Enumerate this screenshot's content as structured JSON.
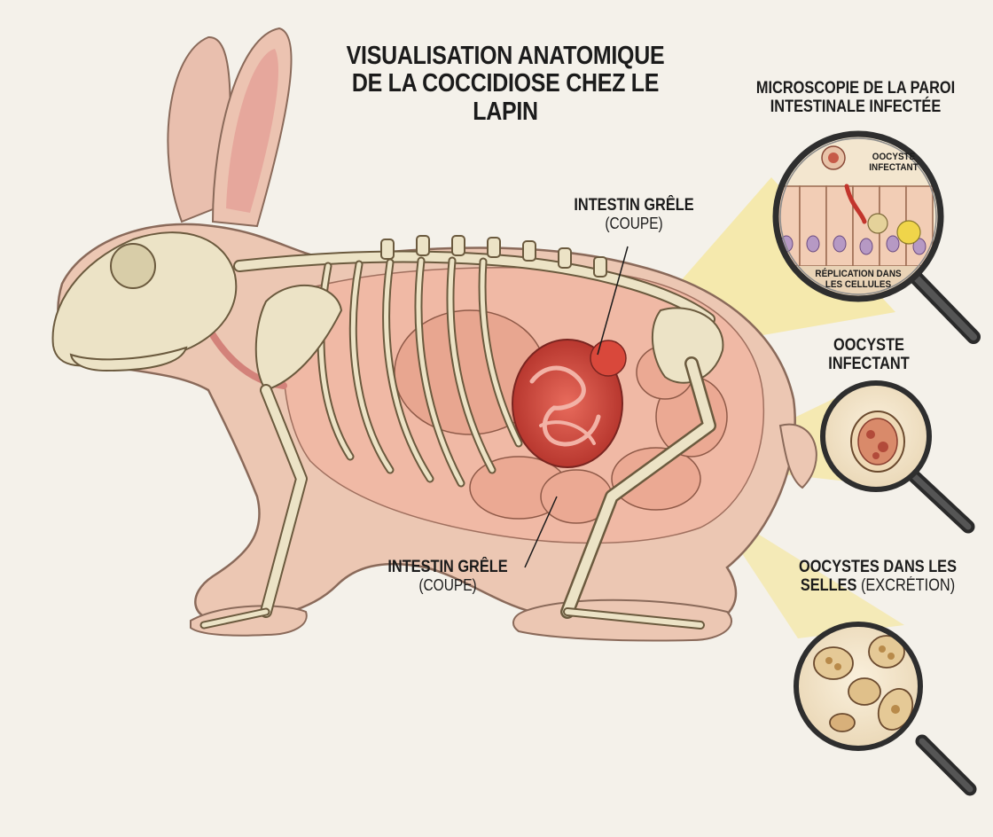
{
  "title": {
    "line1": "VISUALISATION ANATOMIQUE",
    "line2": "DE LA COCCIDIOSE CHEZ LE LAPIN"
  },
  "labels": {
    "intestine_top": {
      "name": "INTESTIN GRÊLE",
      "note": "(COUPE)"
    },
    "intestine_bottom": {
      "name": "INTESTIN GRÊLE",
      "note": "(COUPE)"
    }
  },
  "panels": {
    "microscopy": {
      "heading_line1": "MICROSCOPIE DE LA PAROI",
      "heading_line2": "INTESTINALE INFECTÉE",
      "inner_label_top_line1": "OOCYSTE",
      "inner_label_top_line2": "INFECTANT",
      "inner_label_bottom_line1": "RÉPLICATION DANS",
      "inner_label_bottom_line2": "LES CELLULES"
    },
    "oocyst": {
      "heading_line1": "OOCYSTE",
      "heading_line2": "INFECTANT"
    },
    "feces": {
      "heading_line1": "OOCYSTES DANS LES",
      "heading_bold": "SELLES",
      "heading_normal": "(EXCRÉTION)"
    }
  },
  "colors": {
    "background": "#f4f1ea",
    "body": "#ecc7b3",
    "bone": "#ece3c6",
    "bone_outline": "#6b5a3e",
    "intestine": "#e7a38d",
    "infected": "#d24a3e",
    "highlight_beam": "#f5e27a",
    "text": "#1b1b1b"
  }
}
